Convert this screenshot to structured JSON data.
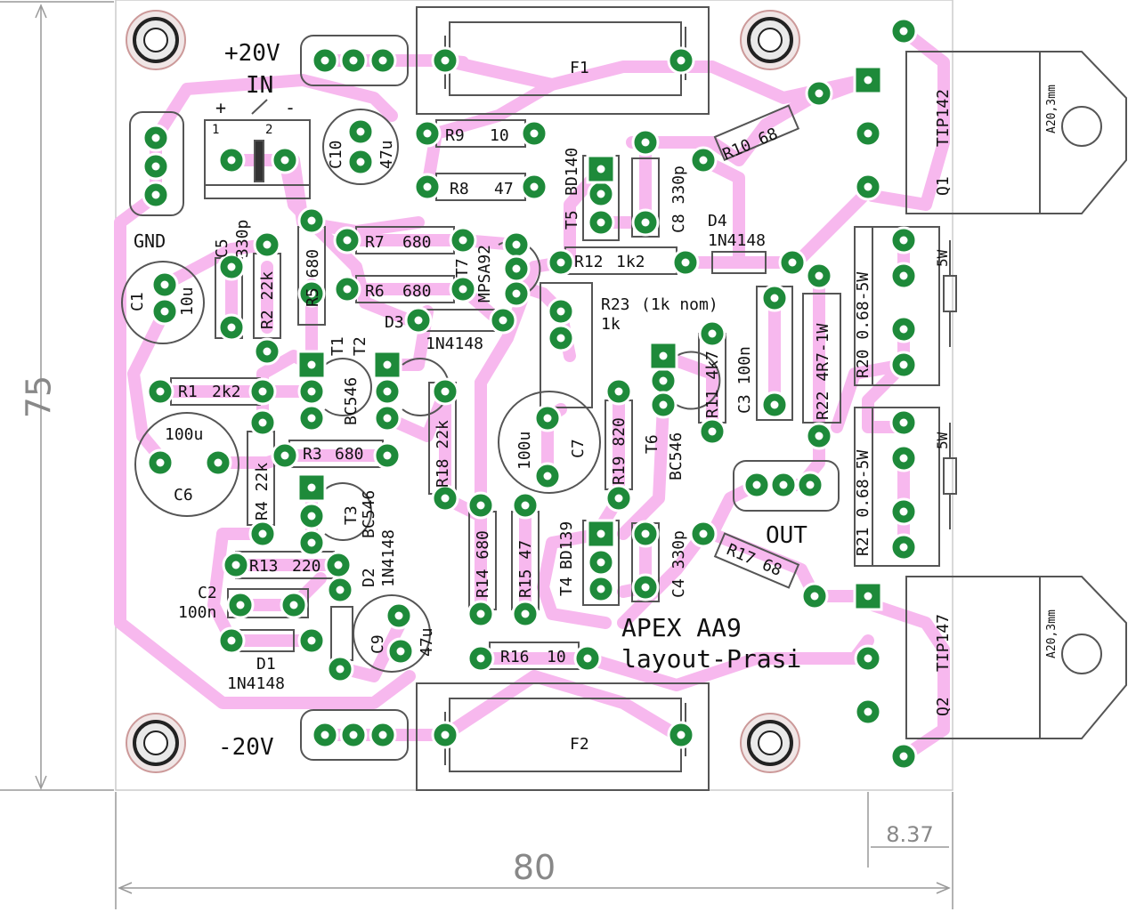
{
  "board": {
    "dimension_height": "75",
    "dimension_width": "80",
    "dimension_offset": "8.37"
  },
  "labels": {
    "plus20v": "+20V",
    "minus20v": "-20V",
    "in": "IN",
    "gnd": "GND",
    "out": "OUT",
    "plus": "+",
    "minus": "-",
    "pin1": "1",
    "pin2": "2",
    "title1": "APEX AA9",
    "title2": "layout-Prasi"
  },
  "components": {
    "F1": "F1",
    "F2": "F2",
    "R9": "R9",
    "R9v": "10",
    "R8": "R8",
    "R8v": "47",
    "R7": "R7",
    "R7v": "680",
    "R6": "R6",
    "R6v": "680",
    "R5": "R5",
    "R5v": "680",
    "R2": "R2",
    "R2v": "22k",
    "R1": "R1",
    "R1v": "2k2",
    "R3": "R3",
    "R3v": "680",
    "R4": "R4",
    "R4v": "22k",
    "R13": "R13",
    "R13v": "220",
    "R18": "R18",
    "R18v": "22k",
    "R14": "R14",
    "R14v": "680",
    "R15": "R15",
    "R15v": "47",
    "R16": "R16",
    "R16v": "10",
    "R19": "R19",
    "R19v": "820",
    "R11": "R11",
    "R11v": "4k7",
    "R12": "R12",
    "R12v": "1k2",
    "R23": "R23",
    "R23v": "(1k nom)",
    "R23v2": "1k",
    "R22": "R22",
    "R22v": "4R7-1W",
    "R20": "R20",
    "R20v": "0.68-5W",
    "R21": "R21",
    "R21v": "0.68-5W",
    "R5W": "5W",
    "R10": "R10",
    "R10v": "68",
    "R17": "R17",
    "R17v": "68",
    "C10": "C10",
    "C10v": "47u",
    "C5": "C5",
    "C5v": "330p",
    "C1": "C1",
    "C1v": "10u",
    "C6": "C6",
    "C6v": "100u",
    "C7": "C7",
    "C7v": "100u",
    "C8": "C8",
    "C8v": "330p",
    "C4": "C4",
    "C4v": "330p",
    "C3": "C3",
    "C3v": "100n",
    "C2": "C2",
    "C2v": "100n",
    "C9": "C9",
    "C9v": "47u",
    "D1": "D1",
    "D1v": "1N4148",
    "D2": "D2",
    "D2v": "1N4148",
    "D3": "D3",
    "D3v": "1N4148",
    "D4": "D4",
    "D4v": "1N4148",
    "T1": "T1",
    "T2": "T2",
    "T12v": "BC546",
    "T3": "T3",
    "T3v": "BC546",
    "T4": "T4",
    "T4v": "BD139",
    "T5": "T5",
    "T5v": "BD140",
    "T6": "T6",
    "T6v": "BC546",
    "T7": "T7",
    "T7v": "MPSA92",
    "Q1": "Q1",
    "Q1v": "TIP142",
    "Q2": "Q2",
    "Q2v": "TIP147",
    "heatsink": "A20,3mm"
  },
  "colors": {
    "copper": "#f7b8ee",
    "pad": "#1e8a3a",
    "silkscreen": "#555555",
    "dimension": "#888888"
  }
}
